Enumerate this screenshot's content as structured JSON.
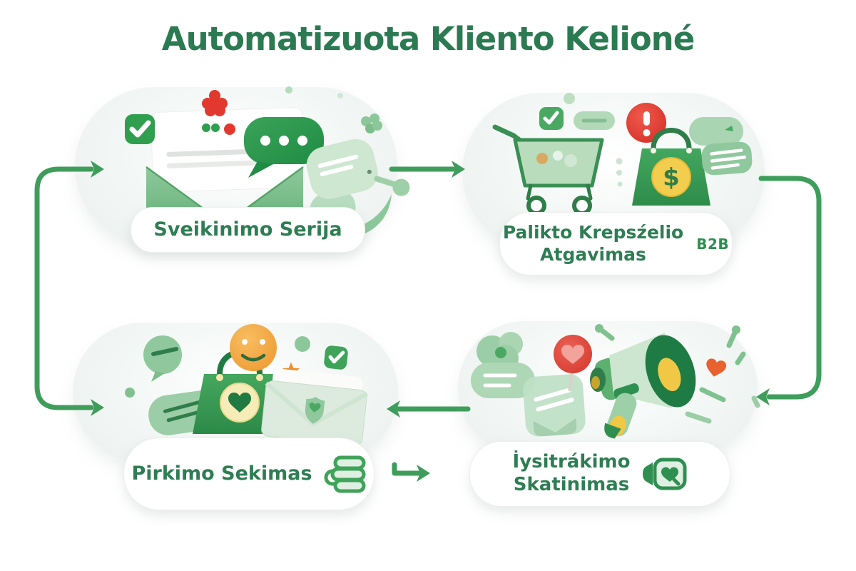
{
  "title": "Automatizuota Kliento Kelioné",
  "palette": {
    "title_green": "#2b7a52",
    "label_green": "#2e7d53",
    "arrow_green": "#3f9d5b",
    "card_background": "#edf1f0",
    "pill_background": "#ffffff",
    "accent_red": "#e13c34",
    "accent_yellow": "#f2cd4e",
    "accent_orange": "#f0a43c"
  },
  "cards": [
    {
      "id": "welcome-series",
      "label": "Sveikinimo Serija",
      "icons": [
        "open-envelope-icon",
        "letter-icon",
        "check-badge-icon",
        "chat-bubble-dots-icon",
        "robot-icon",
        "flower-burst-icon",
        "clover-icon"
      ]
    },
    {
      "id": "abandoned-cart-recovery",
      "label_line1": "Palikto Krepsźelio",
      "label_line2": "Atgavimas",
      "tag": "B2B",
      "currency": "$",
      "icons": [
        "shopping-cart-icon",
        "alert-badge-icon",
        "shopping-bag-dollar-icon",
        "chat-bubbles-icon",
        "check-badge-icon"
      ]
    },
    {
      "id": "purchase-follow-up",
      "label": "Pirkimo Sekimas",
      "icons": [
        "shopping-bag-heart-icon",
        "smiley-face-icon",
        "envelope-shield-icon",
        "chat-bubbles-icon",
        "star-icon",
        "check-badge-icon",
        "stacked-layers-icon"
      ]
    },
    {
      "id": "engagement-boost",
      "label_line1": "İysitrákimo",
      "label_line2": "Skatinimas",
      "icons": [
        "megaphone-icon",
        "heart-badge-icon",
        "chat-bubbles-icon",
        "envelope-icon",
        "confetti-icon",
        "camera-heart-icon"
      ]
    }
  ],
  "flow": {
    "connections": [
      {
        "from": "welcome-series",
        "to": "abandoned-cart-recovery"
      },
      {
        "from": "abandoned-cart-recovery",
        "to": "engagement-boost"
      },
      {
        "from": "engagement-boost",
        "to": "purchase-follow-up"
      },
      {
        "from": "purchase-follow-up",
        "to": "welcome-series"
      }
    ]
  }
}
